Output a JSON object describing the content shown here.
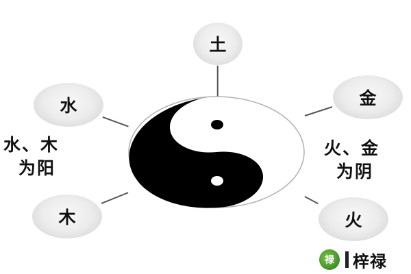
{
  "diagram": {
    "elements": {
      "earth": "土",
      "water": "水",
      "metal": "金",
      "wood": "木",
      "fire": "火"
    },
    "captions": {
      "yang_line1": "水、木",
      "yang_line2": "为阳",
      "yin_line1": "火、金",
      "yin_line2": "为阴"
    },
    "center_symbol": "yin-yang-icon"
  },
  "watermark": {
    "brand": "梓禄",
    "badge_text": "禄",
    "separator": "|"
  },
  "colors": {
    "bubble_fill": "#e6e6e6",
    "yin": "#000000",
    "yang": "#ffffff",
    "connector": "#555555",
    "logo_green": "#3f8f2a"
  }
}
